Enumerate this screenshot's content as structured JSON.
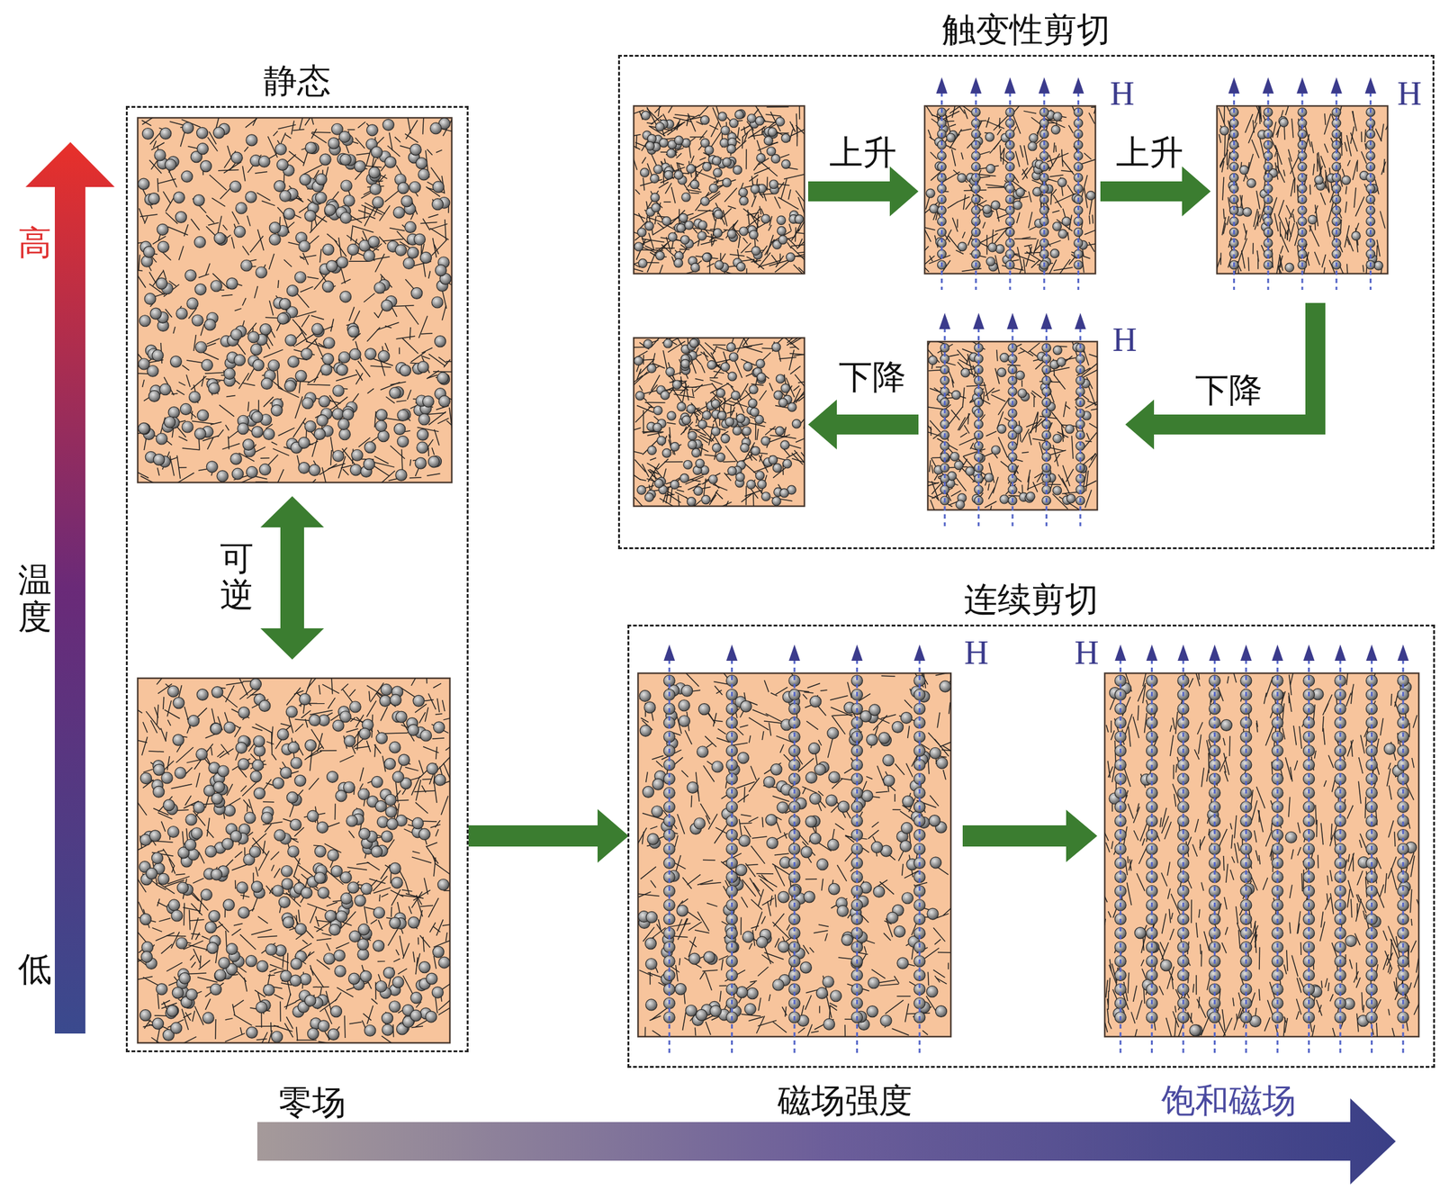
{
  "diagram": {
    "nodes": [
      {
        "text": [
          "静态"
        ]
      },
      {
        "text": [
          "触变性剪切"
        ]
      },
      {
        "text": [
          "连续剪切"
        ]
      }
    ],
    "edges": [
      {
        "from": 0,
        "to": 2,
        "arrow": "to"
      }
    ],
    "labels": [
      "高",
      "温度",
      "低",
      "可逆",
      "上升",
      "上升",
      "H",
      "H",
      "下降",
      "H",
      "下降",
      "H",
      "H",
      "零场",
      "磁场强度",
      "饱和磁场"
    ]
  }
}
